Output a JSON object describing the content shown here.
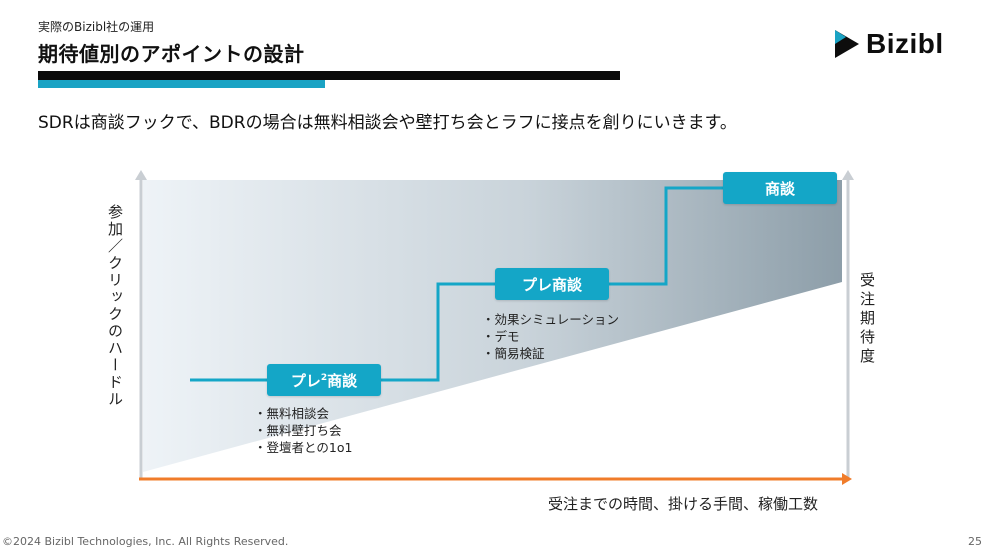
{
  "header": {
    "subtitle": "実際のBizibl社の運用",
    "title": "期待値別のアポイントの設計"
  },
  "logo": {
    "text": "Bizibl",
    "icon": "bizibl-logo-icon",
    "colors": {
      "mark": "#0d0d0d",
      "accent": "#1aa3c4"
    }
  },
  "lead": "SDRは商談フックで、BDRの場合は無料相談会や壁打ち会とラフに接点を創りにいきます。",
  "diagram": {
    "left_axis_label": "参加／クリックのハードル",
    "right_axis_label": "受注期待度",
    "bottom_axis_label": "受注までの時間、掛ける手間、稼働工数",
    "stages": [
      {
        "label_main": "プレ",
        "label_sup": "2",
        "label_tail": "商談",
        "bullets": [
          "無料相談会",
          "無料壁打ち会",
          "登壇者との1o1"
        ]
      },
      {
        "label": "プレ商談",
        "bullets": [
          "効果シミュレーション",
          "デモ",
          "簡易検証"
        ]
      },
      {
        "label": "商談",
        "bullets": []
      }
    ],
    "colors": {
      "step_line": "#14a6c7",
      "bottom_axis": "#f07c2a",
      "side_axes": "#c9ced3",
      "gradient_start": "#e9eff4",
      "gradient_end": "#93a3ae"
    }
  },
  "footer": {
    "copyright": "©2024 Bizibl Technologies, Inc. All Rights Reserved.",
    "page": "25"
  }
}
